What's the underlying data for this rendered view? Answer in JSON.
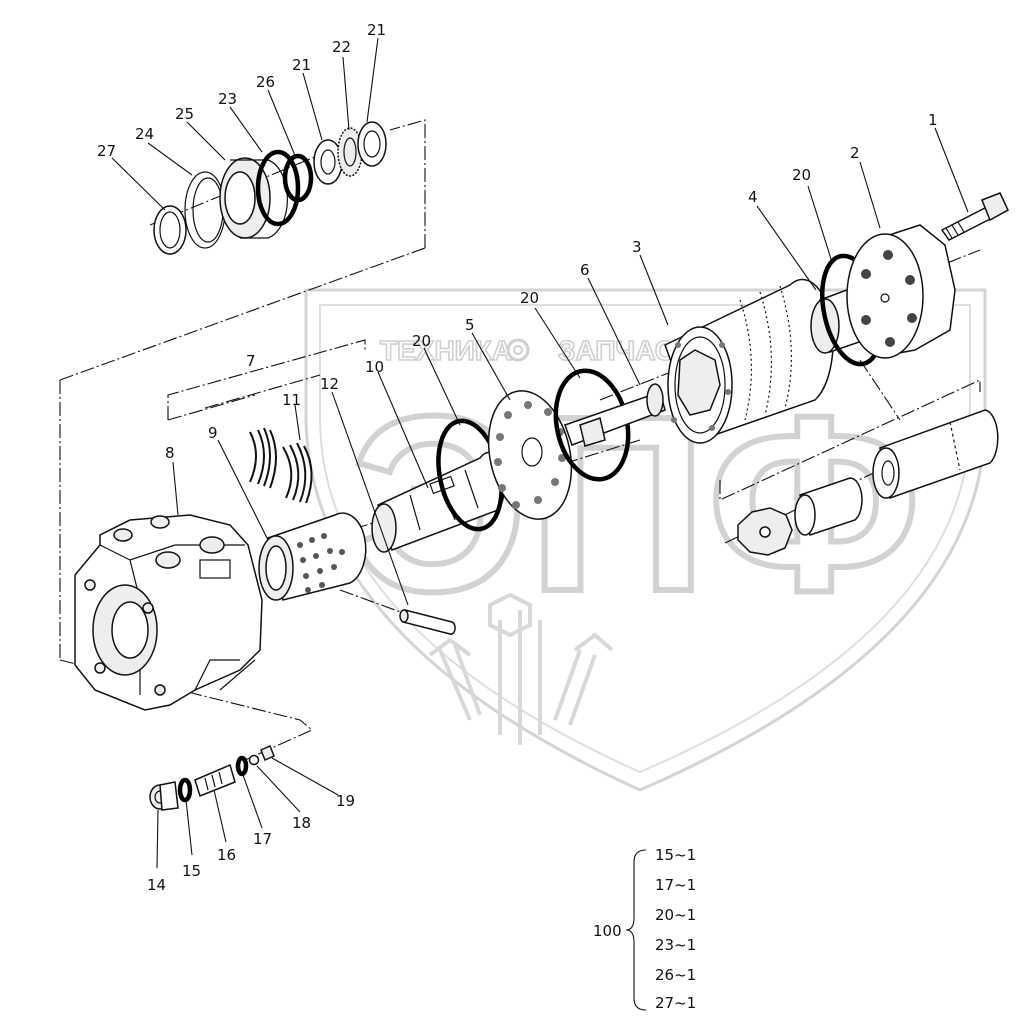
{
  "watermark": {
    "brand_text": "ТЕХНИКА",
    "brand_text2": "ЗАПЧАСТИ",
    "big_letters": "ЭПФ"
  },
  "callouts": {
    "c1": "1",
    "c2": "2",
    "c3": "3",
    "c4": "4",
    "c5": "5",
    "c6": "6",
    "c7": "7",
    "c8": "8",
    "c9": "9",
    "c10": "10",
    "c11": "11",
    "c12": "12",
    "c14": "14",
    "c15": "15",
    "c16": "16",
    "c17": "17",
    "c18": "18",
    "c19": "19",
    "c20a": "20",
    "c20b": "20",
    "c20c": "20",
    "c21a": "21",
    "c21b": "21",
    "c22": "22",
    "c23": "23",
    "c24": "24",
    "c25": "25",
    "c26": "26",
    "c27": "27"
  },
  "kit": {
    "number": "100",
    "items": [
      "15~1",
      "17~1",
      "20~1",
      "23~1",
      "26~1",
      "27~1"
    ]
  }
}
